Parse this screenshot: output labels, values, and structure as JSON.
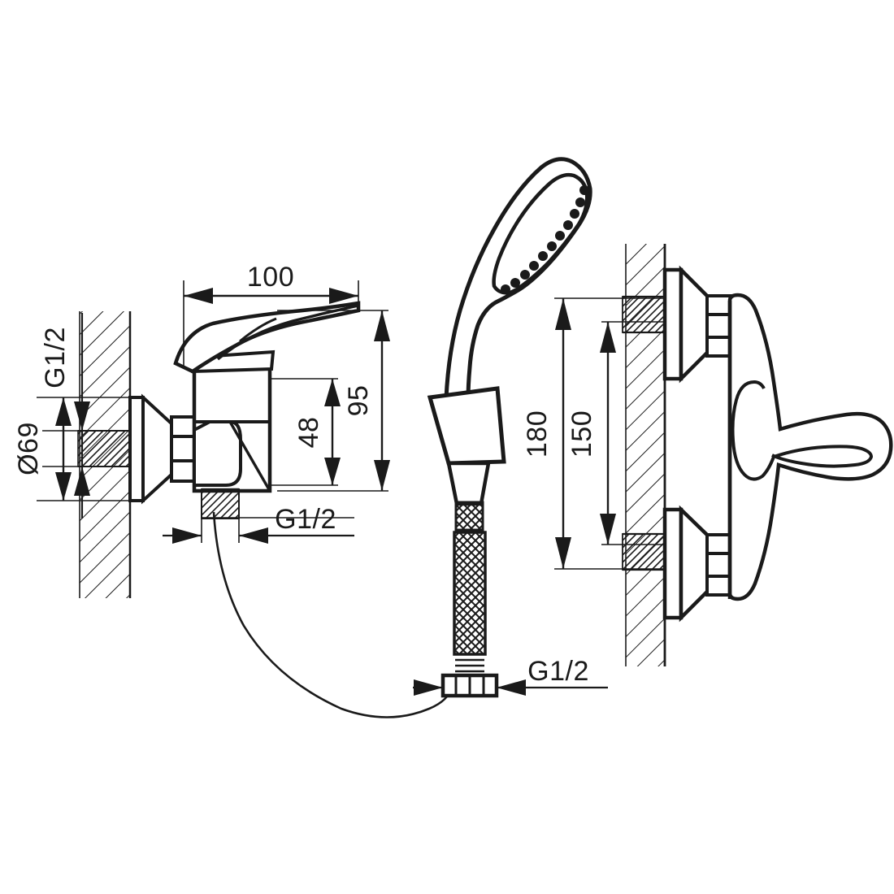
{
  "drawing": {
    "title": "Wall-mounted shower mixer tap technical dimension drawing",
    "background_color": "#ffffff",
    "line_color": "#1a1a1a",
    "views": [
      {
        "name": "side-view-mixer",
        "description": "Side elevation of single-lever shower mixer mounted on wall"
      },
      {
        "name": "hand-shower-with-hose",
        "description": "Hand shower head with flexible braided hose and holder"
      },
      {
        "name": "front-view-mixer",
        "description": "Front elevation showing eccentric wall connectors and handle"
      }
    ]
  },
  "dimensions": {
    "spout_projection": "100",
    "body_height": "95",
    "inner_height": "48",
    "flange_diameter": "Ø69",
    "wall_inlet_thread": "G1/2",
    "outlet_thread": "G1/2",
    "hose_nut_thread": "G1/2",
    "connector_spacing_outer": "180",
    "connector_spacing_inner": "150"
  },
  "labels": {
    "dim_100": {
      "text": "100",
      "rotation": 0
    },
    "dim_95": {
      "text": "95",
      "rotation": -90
    },
    "dim_48": {
      "text": "48",
      "rotation": -90
    },
    "dim_d69": {
      "text": "Ø69",
      "rotation": -90
    },
    "dim_g12_wall": {
      "text": "G1/2",
      "rotation": -90
    },
    "dim_g12_outlet": {
      "text": "G1/2",
      "rotation": 0
    },
    "dim_g12_hose": {
      "text": "G1/2",
      "rotation": 0
    },
    "dim_180": {
      "text": "180",
      "rotation": -90
    },
    "dim_150": {
      "text": "150",
      "rotation": -90
    }
  }
}
